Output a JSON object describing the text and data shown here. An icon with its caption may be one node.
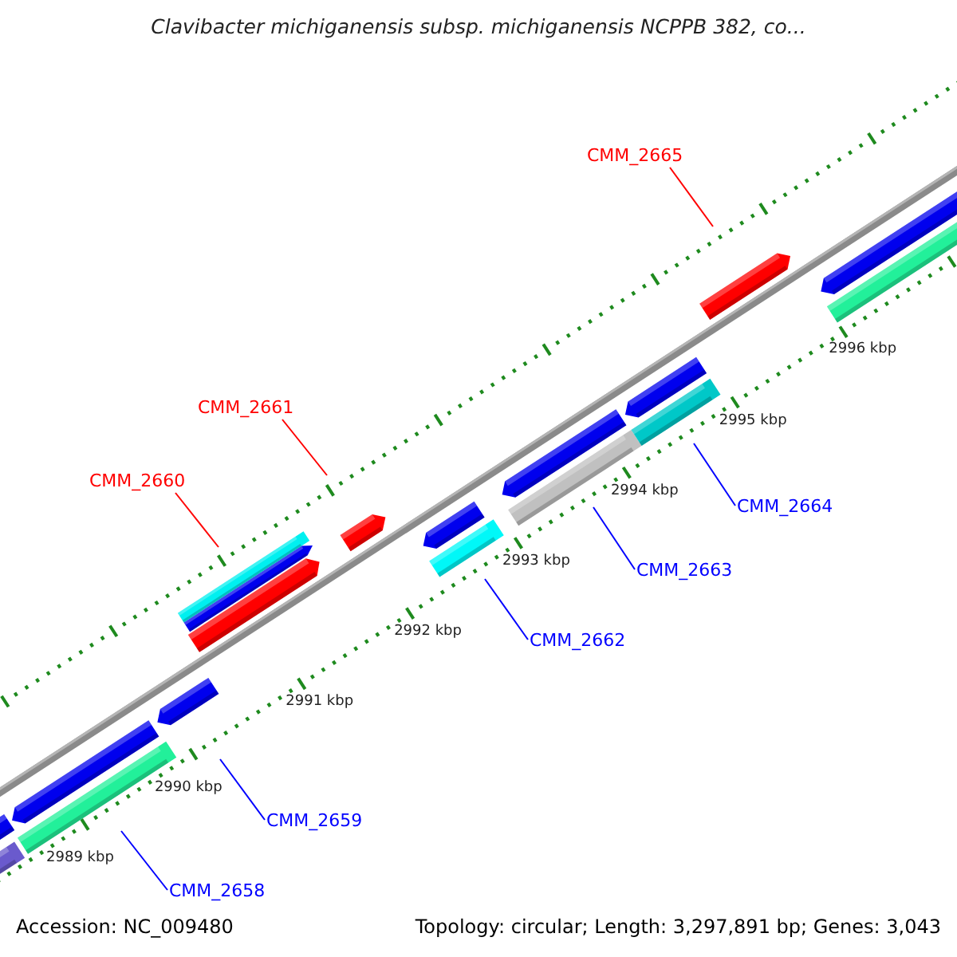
{
  "diagram": {
    "title": "Clavibacter michiganensis subsp. michiganensis NCPPB 382, co...",
    "nodes": [
      {
        "text": [
          "CMM_2665"
        ]
      },
      {
        "text": [
          "CMM_2661"
        ]
      },
      {
        "text": [
          "CMM_2660"
        ]
      },
      {
        "text": [
          "CMM_2664"
        ]
      },
      {
        "text": [
          "CMM_2663"
        ]
      },
      {
        "text": [
          "CMM_2662"
        ]
      },
      {
        "text": [
          "CMM_2659"
        ]
      },
      {
        "text": [
          "CMM_2658"
        ]
      }
    ],
    "edges": [
      {
        "from": 0,
        "to": null,
        "arrow": "none",
        "color": "#ff0000"
      },
      {
        "from": 1,
        "to": null,
        "arrow": "none",
        "color": "#ff0000"
      },
      {
        "from": 2,
        "to": null,
        "arrow": "none",
        "color": "#ff0000"
      },
      {
        "from": 3,
        "to": null,
        "arrow": "none"
      },
      {
        "from": 4,
        "to": null,
        "arrow": "none"
      },
      {
        "from": 5,
        "to": null,
        "arrow": "none"
      },
      {
        "from": 6,
        "to": null,
        "arrow": "none"
      },
      {
        "from": 7,
        "to": null,
        "arrow": "none"
      }
    ],
    "labels": [
      "2996 kbp",
      "2995 kbp",
      "2994 kbp",
      "2993 kbp",
      "2992 kbp",
      "2991 kbp",
      "2990 kbp",
      "2989 kbp",
      "Accession: NC_009480",
      "Topology: circular; Length: 3,297,891 bp; Genes: 3,043"
    ]
  }
}
